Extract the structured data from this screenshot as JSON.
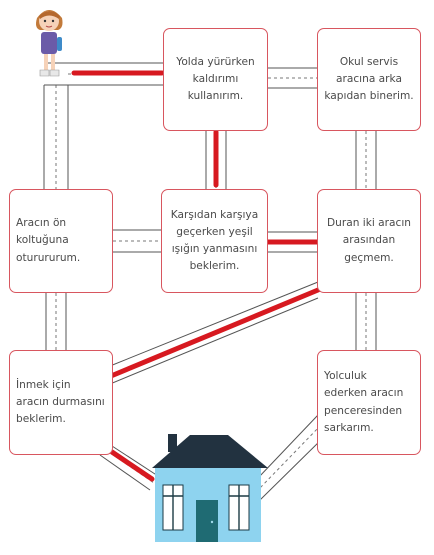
{
  "diagram": {
    "route_color": "#d71920",
    "box_border_color": "#d8565f",
    "house": {
      "wall_color": "#8ed3ef",
      "roof_color": "#223240",
      "door_color": "#1f6b73"
    },
    "boxes": [
      {
        "id": "top-center",
        "text": "Yolda yürürken\nkaldırımı\nkullanırım."
      },
      {
        "id": "top-right",
        "text": "Okul servis\naracına arka\nkapıdan binerim."
      },
      {
        "id": "mid-left",
        "text": "Aracın ön\nkoltuğuna\noturururum."
      },
      {
        "id": "mid-center",
        "text": "Karşıdan karşıya\ngeçerken yeşil\nışığın yanmasını\nbeklerim."
      },
      {
        "id": "mid-right",
        "text": "Duran iki aracın\narasından\ngeçmem."
      },
      {
        "id": "bottom-left",
        "text": "İnmek için\naracın durmasını\nbeklerim."
      },
      {
        "id": "bottom-right",
        "text": "Yolculuk\nederken aracın\npenceresinden\nsarkarım."
      }
    ]
  }
}
